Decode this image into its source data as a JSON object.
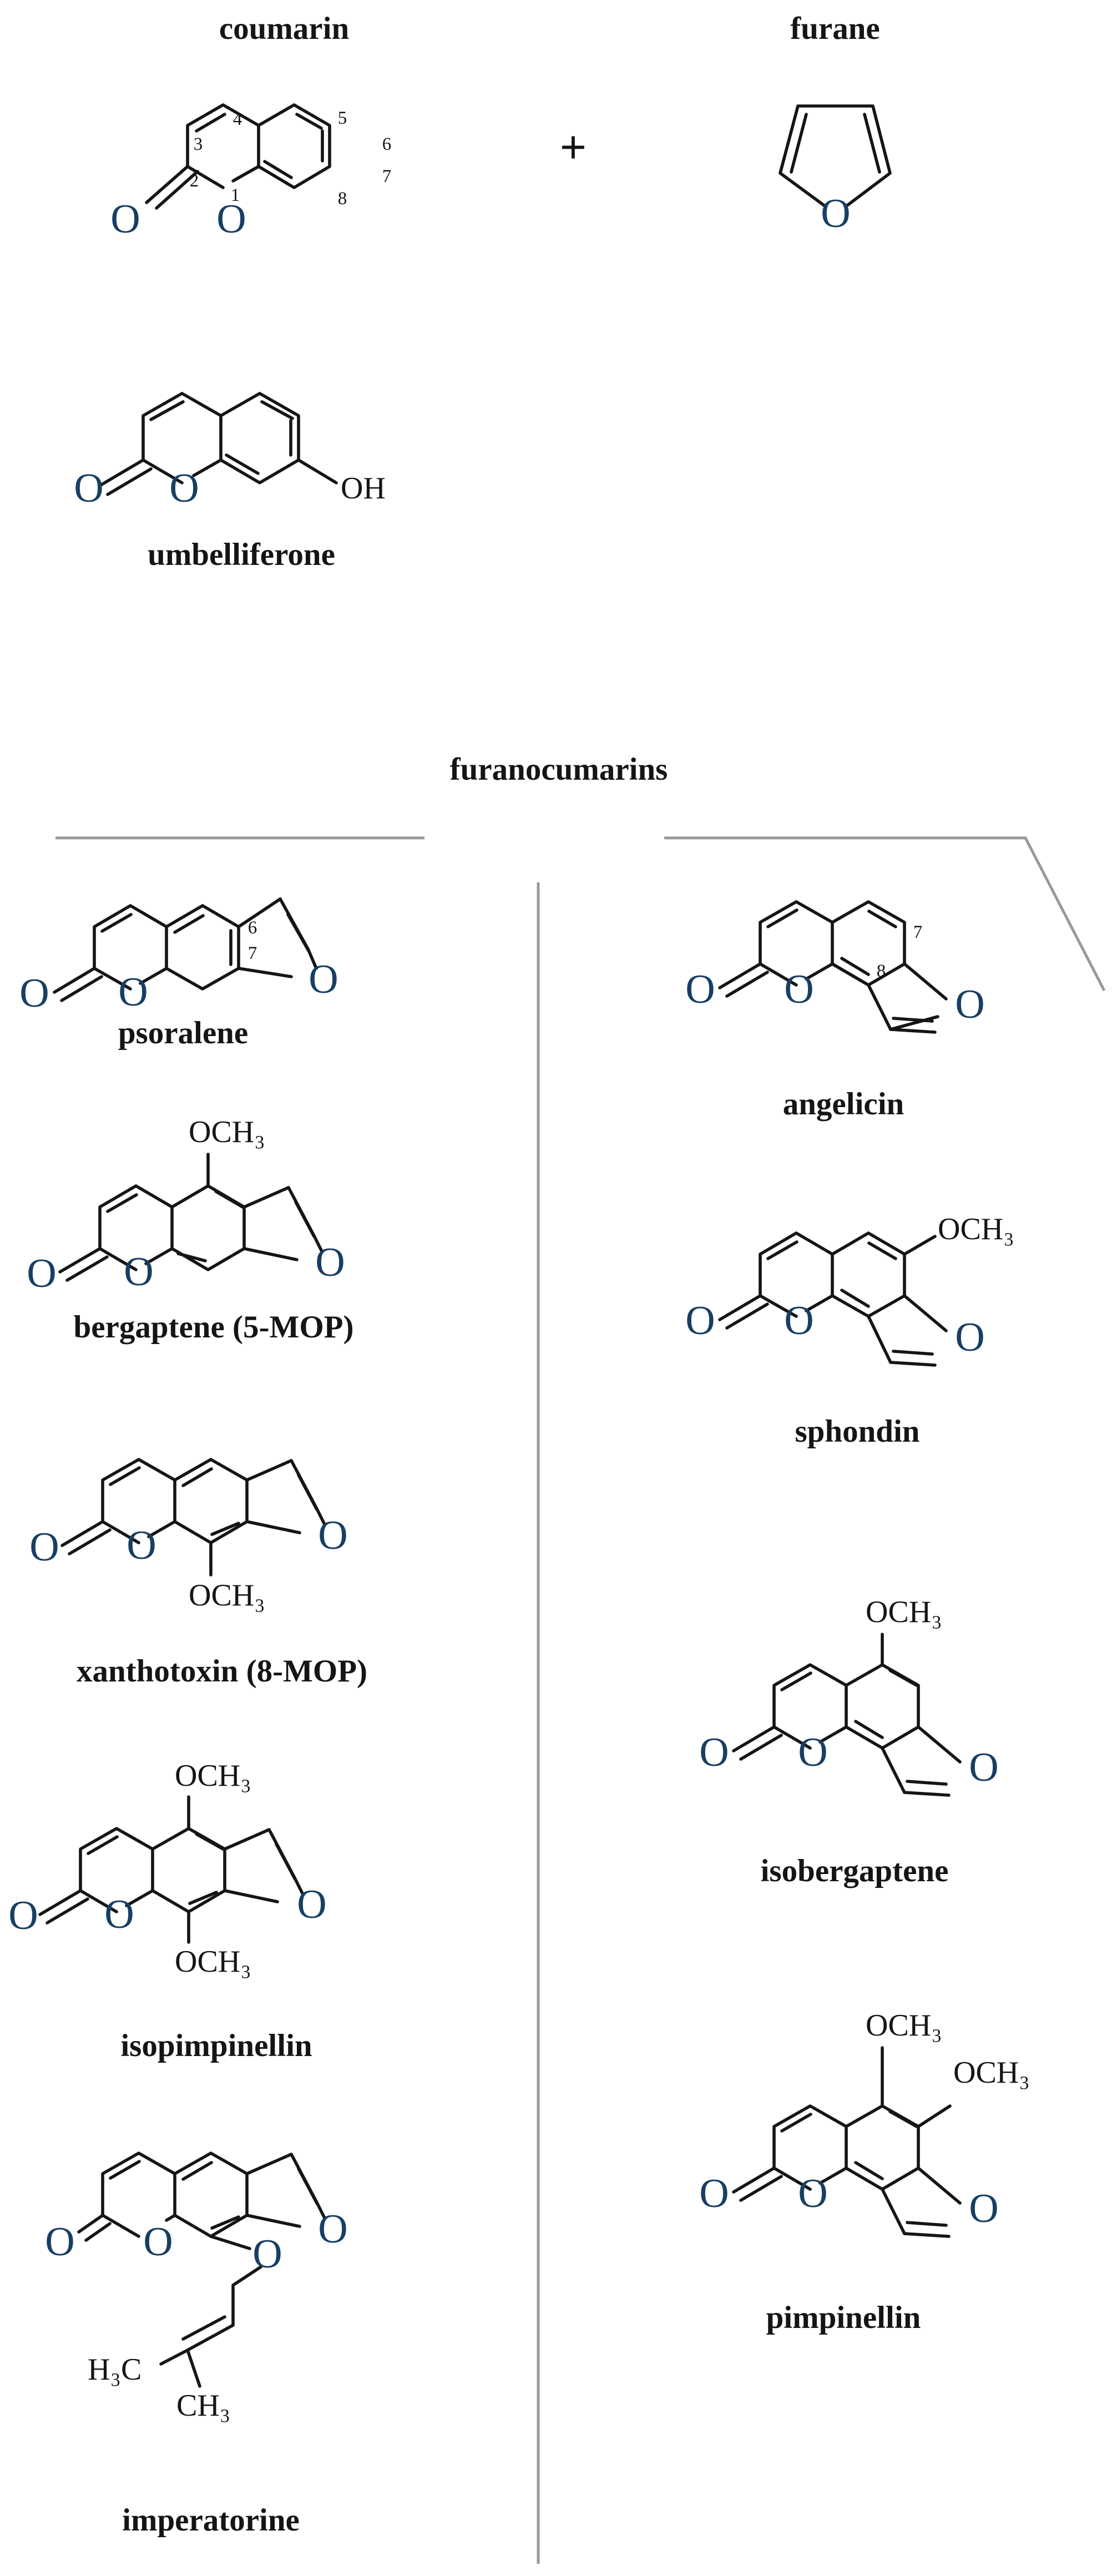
{
  "titles": {
    "coumarin": "coumarin",
    "furane": "furane",
    "umbelliferone": "umbelliferone",
    "furanocumarins": "furanocumarins",
    "psoralene": "psoralene",
    "angelicin": "angelicin",
    "bergaptene": "bergaptene (5-MOP)",
    "sphondin": "sphondin",
    "xanthotoxin": "xanthotoxin (8-MOP)",
    "isobergaptene": "isobergaptene",
    "isopimpinellin": "isopimpinellin",
    "pimpinellin": "pimpinellin",
    "imperatorine": "imperatorine"
  },
  "symbols": {
    "plus": "+"
  },
  "atoms": {
    "oxygen": "O"
  },
  "groups": {
    "methoxy": "OCH₃",
    "hydroxy": "OH",
    "methyl_left": "H₃C",
    "methyl": "CH₃"
  },
  "locants": {
    "coumarin": [
      "1",
      "2",
      "3",
      "4",
      "5",
      "6",
      "7",
      "8"
    ],
    "psoralene": [
      "6",
      "7"
    ],
    "angelicin": [
      "8",
      "7"
    ]
  },
  "colors": {
    "heteroatom": "#183e63",
    "bond": "#151515",
    "rule": "#999999"
  }
}
